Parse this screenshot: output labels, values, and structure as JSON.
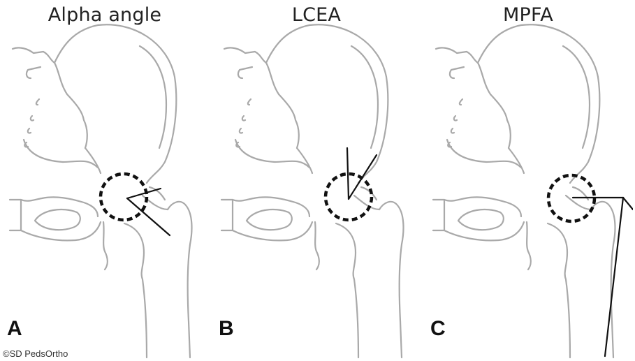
{
  "panels": [
    {
      "title": "Alpha angle",
      "letter": "A"
    },
    {
      "title": "LCEA",
      "letter": "B"
    },
    {
      "title": "MPFA",
      "letter": "C"
    }
  ],
  "copyright": "©SD PedsOrtho",
  "colors": {
    "bone_outline": "#a9a9a9",
    "measurement_lines": "#111111",
    "text": "#222222"
  }
}
